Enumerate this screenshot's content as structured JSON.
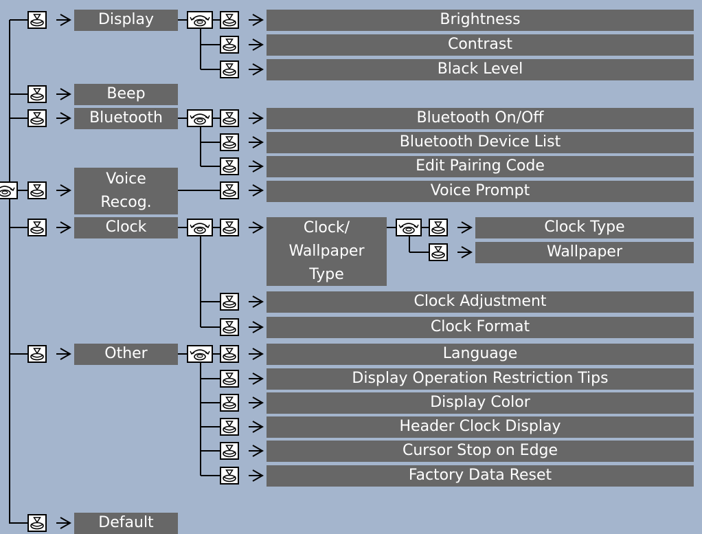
{
  "colors": {
    "background": "#a4b5cd",
    "box": "#676767",
    "box_text": "#ffffff",
    "line": "#000000"
  },
  "icons": {
    "press": "press-button-icon",
    "rotate": "rotary-knob-icon"
  },
  "root": {
    "level1": [
      "Display",
      "Beep",
      "Bluetooth",
      "Voice Recog.",
      "Clock",
      "Other",
      "Default"
    ]
  },
  "display": {
    "label": "Display",
    "children": [
      "Brightness",
      "Contrast",
      "Black Level"
    ]
  },
  "beep": {
    "label": "Beep"
  },
  "bluetooth": {
    "label": "Bluetooth",
    "children": [
      "Bluetooth On/Off",
      "Bluetooth Device List",
      "Edit Pairing Code"
    ]
  },
  "voice": {
    "label": "Voice Recog.",
    "children": [
      "Voice Prompt"
    ]
  },
  "clock": {
    "label": "Clock",
    "wallpaper_group": {
      "label": "Clock/ Wallpaper Type",
      "children": [
        "Clock Type",
        "Wallpaper"
      ]
    },
    "children": [
      "Clock Adjustment",
      "Clock Format"
    ]
  },
  "other": {
    "label": "Other",
    "children": [
      "Language",
      "Display Operation Restriction Tips",
      "Display Color",
      "Header Clock Display",
      "Cursor Stop on Edge",
      "Factory Data Reset"
    ]
  },
  "default": {
    "label": "Default"
  }
}
